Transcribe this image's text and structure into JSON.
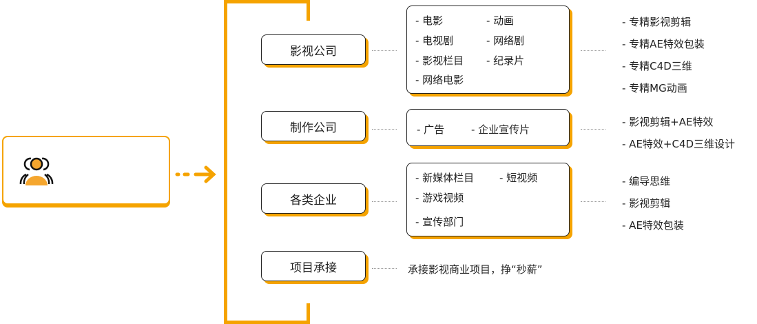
{
  "accent": "#f5a300",
  "categories": [
    {
      "label": "影视公司",
      "items": [
        "- 电影",
        "- 动画",
        "- 电视剧",
        "- 网络剧",
        "- 影视栏目",
        "- 纪录片",
        "- 网络电影"
      ],
      "skills": [
        "- 专精影视剪辑",
        "- 专精AE特效包装",
        "- 专精C4D三维",
        "- 专精MG动画"
      ]
    },
    {
      "label": "制作公司",
      "items": [
        "- 广告",
        "- 企业宣传片"
      ],
      "skills": [
        "- 影视剪辑+AE特效",
        "- AE特效+C4D三维设计"
      ]
    },
    {
      "label": "各类企业",
      "items": [
        "- 新媒体栏目",
        "- 短视频",
        "- 游戏视频",
        "- 宣传部门"
      ],
      "skills": [
        "- 编导思维",
        "- 影视剪辑",
        "- AE特效包装"
      ]
    },
    {
      "label": "项目承接",
      "note": "承接影视商业项目，挣“秒薪”"
    }
  ]
}
